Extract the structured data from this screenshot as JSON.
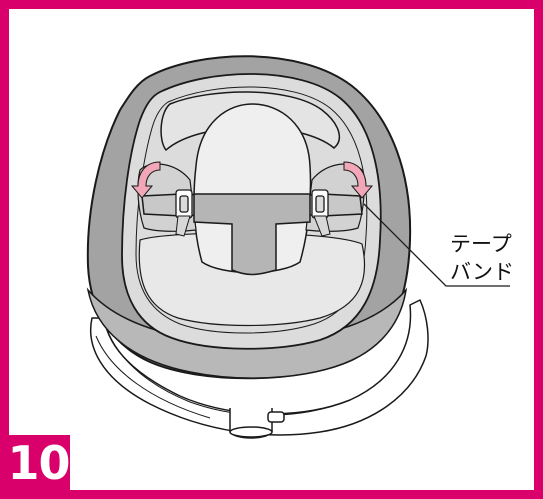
{
  "step": {
    "number": "10"
  },
  "callout": {
    "line1": "テープ",
    "line2": "バンド"
  },
  "colors": {
    "frame": "#d9006c",
    "shell": "#a3a3a3",
    "padding": "#dcdcdc",
    "cushion": "#e9e9e9",
    "arrow": "#f2a7b8",
    "outline": "#1a1a1a"
  },
  "icons": {
    "left-arrow": "curved-arrow-icon",
    "right-arrow": "curved-arrow-icon"
  }
}
